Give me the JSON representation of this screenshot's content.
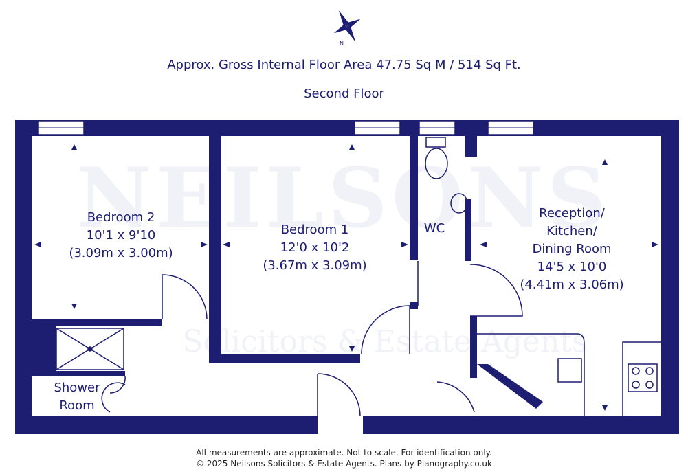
{
  "header": {
    "area": "Approx. Gross Internal Floor Area 47.75 Sq M / 514 Sq Ft.",
    "floor": "Second Floor"
  },
  "compass": {
    "north_label": "N"
  },
  "watermark": {
    "brand": "NEILSONS",
    "tagline": "Solicitors & Estate Agents"
  },
  "rooms": {
    "bedroom2": {
      "name": "Bedroom 2",
      "imperial": "10'1 x 9'10",
      "metric": "(3.09m x 3.00m)"
    },
    "bedroom1": {
      "name": "Bedroom 1",
      "imperial": "12'0 x 10'2",
      "metric": "(3.67m x 3.09m)"
    },
    "wc": {
      "name": "WC"
    },
    "reception": {
      "name_l1": "Reception/",
      "name_l2": "Kitchen/",
      "name_l3": "Dining Room",
      "imperial": "14'5 x 10'0",
      "metric": "(4.41m x 3.06m)"
    },
    "shower": {
      "name_l1": "Shower",
      "name_l2": "Room"
    }
  },
  "footer": {
    "line1": "All measurements are approximate. Not to scale. For identification only.",
    "line2": "© 2025 Neilsons Solicitors & Estate Agents. Plans by Planography.co.uk"
  },
  "colors": {
    "wall": "#1d1d72",
    "watermark": "#e6e8f3",
    "background": "#ffffff"
  }
}
